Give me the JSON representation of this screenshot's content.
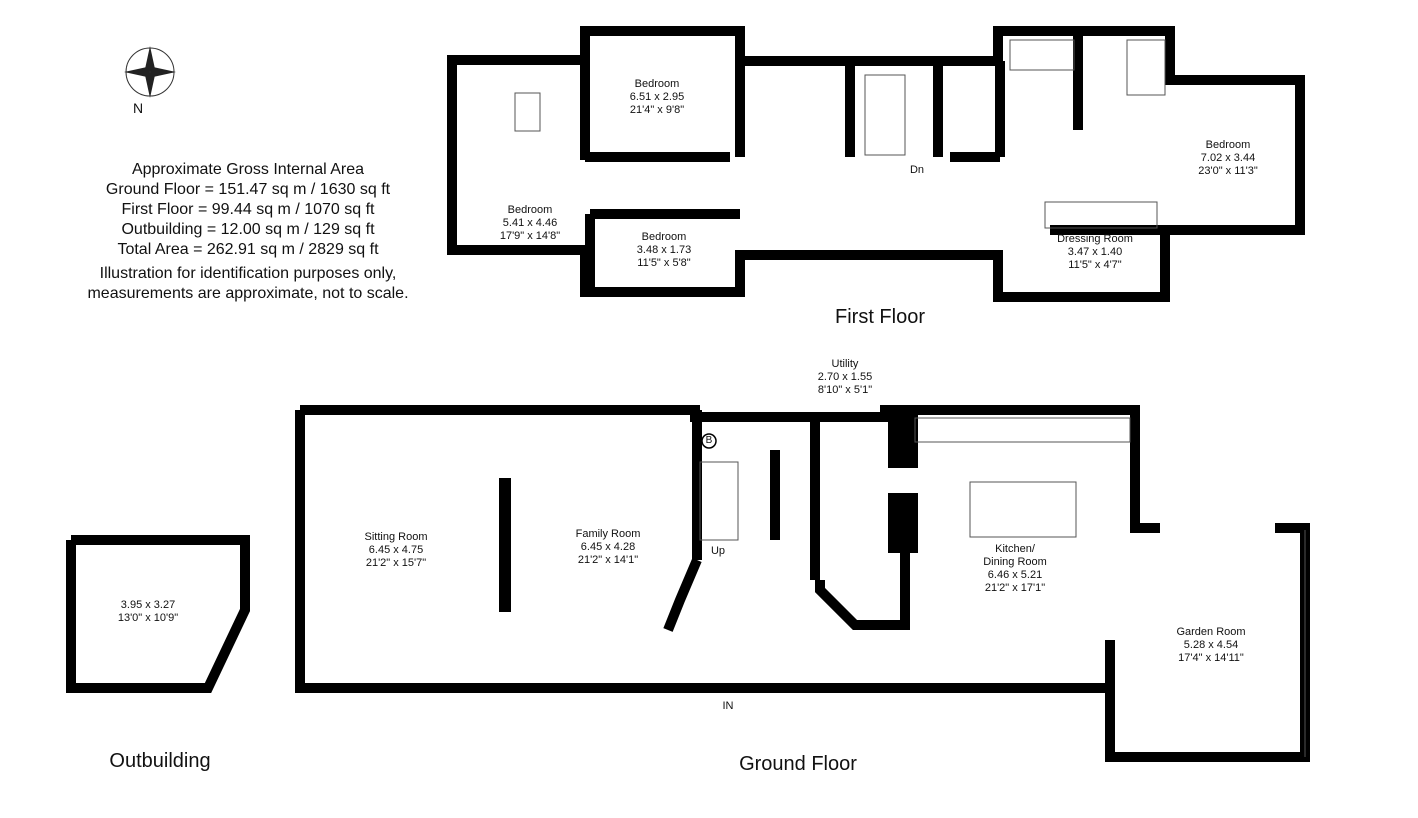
{
  "compass": {
    "label": "N"
  },
  "area_summary": {
    "heading": "Approximate Gross Internal Area",
    "lines": [
      "Ground Floor = 151.47 sq m / 1630 sq ft",
      "First Floor = 99.44 sq m / 1070 sq ft",
      "Outbuilding = 12.00 sq m / 129 sq ft",
      "Total Area = 262.91 sq m / 2829 sq ft"
    ],
    "disclaimer": [
      "Illustration for identification purposes only,",
      "measurements are approximate, not to scale."
    ]
  },
  "floors": {
    "first": {
      "title": "First Floor",
      "stairs_label": "Dn",
      "rooms": [
        {
          "name": "Bedroom",
          "metric": "6.51 x 2.95",
          "imperial": "21'4\" x 9'8\""
        },
        {
          "name": "Bedroom",
          "metric": "5.41 x 4.46",
          "imperial": "17'9\" x 14'8\""
        },
        {
          "name": "Bedroom",
          "metric": "3.48 x 1.73",
          "imperial": "11'5\" x 5'8\""
        },
        {
          "name": "Bedroom",
          "metric": "7.02 x 3.44",
          "imperial": "23'0\" x 11'3\""
        },
        {
          "name": "Dressing Room",
          "metric": "3.47 x 1.40",
          "imperial": "11'5\" x 4'7\""
        }
      ]
    },
    "ground": {
      "title": "Ground Floor",
      "stairs_label": "Up",
      "entrance_label": "IN",
      "boiler_label": "B",
      "rooms": [
        {
          "name": "Sitting Room",
          "metric": "6.45 x 4.75",
          "imperial": "21'2\" x 15'7\""
        },
        {
          "name": "Family Room",
          "metric": "6.45 x 4.28",
          "imperial": "21'2\" x 14'1\""
        },
        {
          "name": "Utility",
          "metric": "2.70 x 1.55",
          "imperial": "8'10\" x 5'1\""
        },
        {
          "name": "Kitchen/",
          "name2": "Dining Room",
          "metric": "6.46 x 5.21",
          "imperial": "21'2\" x 17'1\""
        },
        {
          "name": "Garden Room",
          "metric": "5.28 x 4.54",
          "imperial": "17'4\" x 14'11\""
        }
      ]
    },
    "outbuilding": {
      "title": "Outbuilding",
      "rooms": [
        {
          "metric": "3.95 x 3.27",
          "imperial": "13'0\" x 10'9\""
        }
      ]
    }
  }
}
